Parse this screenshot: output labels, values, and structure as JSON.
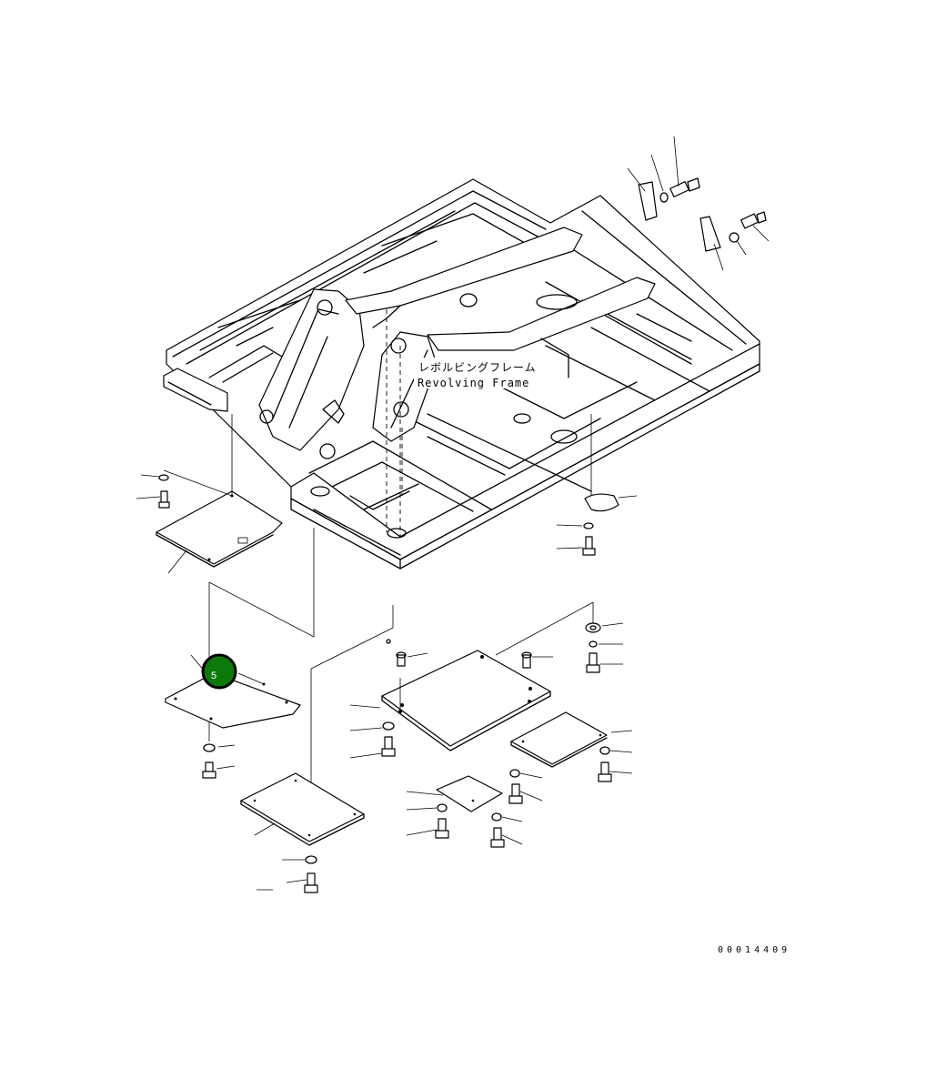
{
  "diagram": {
    "title_jp": "レボルビングフレーム",
    "title_en": "Revolving Frame",
    "callout": {
      "number": "5",
      "color": "#0b7a0b",
      "ring_color": "#000000"
    },
    "document_number": "00014409"
  }
}
